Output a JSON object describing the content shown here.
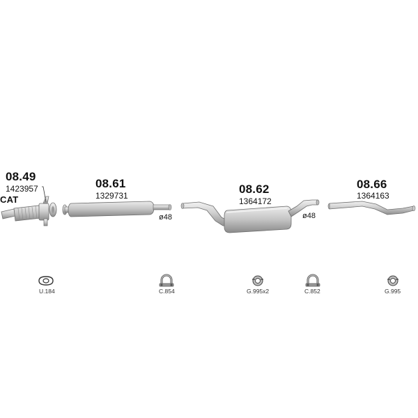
{
  "parts": [
    {
      "part_no": "08.49",
      "oem": "1423957",
      "tag": "CAT"
    },
    {
      "part_no": "08.61",
      "oem": "1329731",
      "diameter": "ø48"
    },
    {
      "part_no": "08.62",
      "oem": "1364172",
      "diameter": "ø48"
    },
    {
      "part_no": "08.66",
      "oem": "1364163"
    }
  ],
  "fittings": [
    {
      "code": "U.184",
      "icon": "gasket-icon"
    },
    {
      "code": "C.854",
      "icon": "clamp-icon"
    },
    {
      "code": "G.995x2",
      "icon": "rubber-mount-icon"
    },
    {
      "code": "C.852",
      "icon": "clamp-icon"
    },
    {
      "code": "G.995",
      "icon": "rubber-mount-icon"
    }
  ],
  "colors": {
    "metal_light": "#e3e3e3",
    "metal_mid": "#b9b9b9",
    "metal_dark": "#7d7d7d",
    "text": "#111111"
  }
}
